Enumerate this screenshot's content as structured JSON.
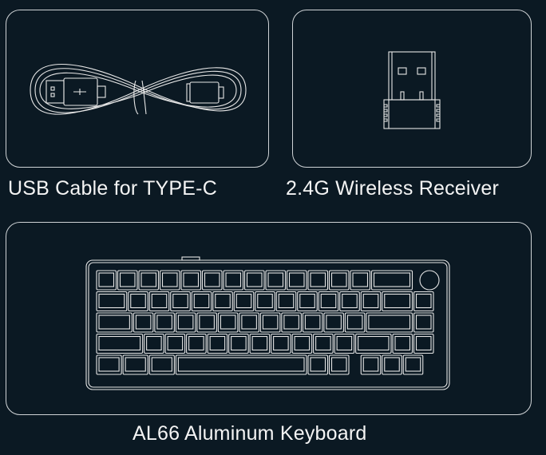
{
  "items": [
    {
      "id": "cable",
      "label": "USB Cable for TYPE-C",
      "icon": "usb-cable-icon"
    },
    {
      "id": "receiver",
      "label": "2.4G Wireless Receiver",
      "icon": "wireless-receiver-icon"
    },
    {
      "id": "keyboard",
      "label": "AL66 Aluminum Keyboard",
      "icon": "keyboard-icon"
    }
  ],
  "colors": {
    "background": "#0b1923",
    "line": "#e6e6e6",
    "text": "#f4f4f4"
  }
}
